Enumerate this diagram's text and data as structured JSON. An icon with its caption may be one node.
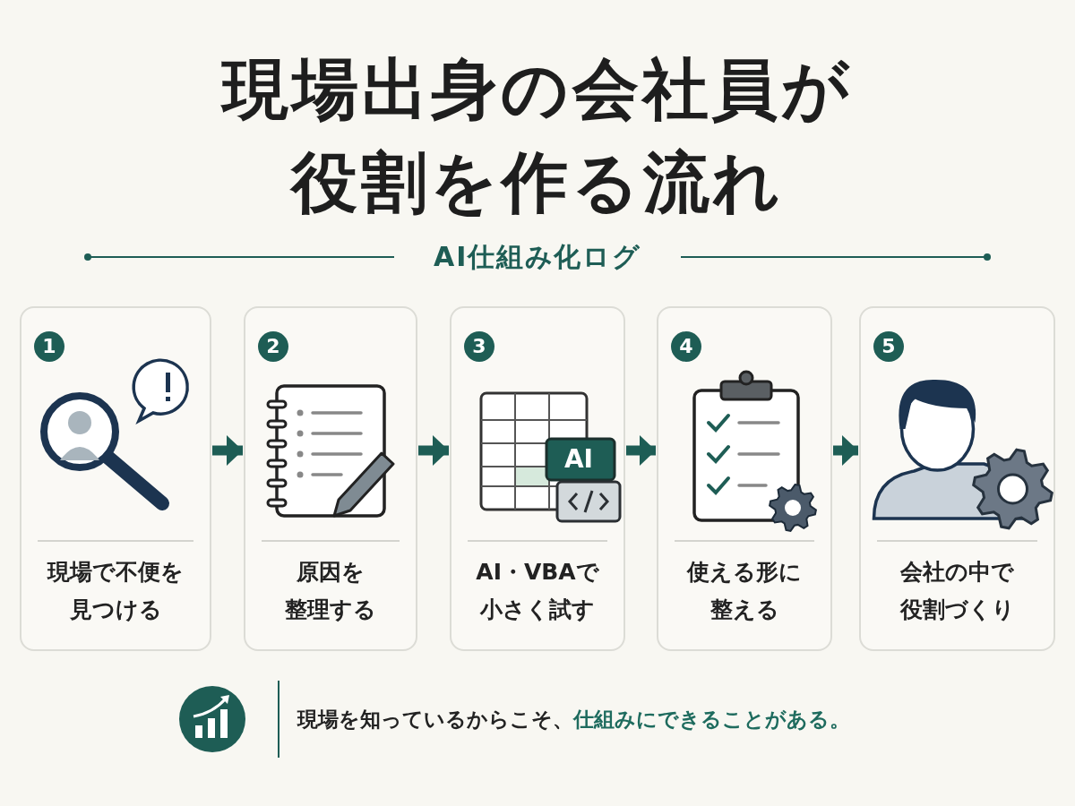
{
  "diagram": {
    "title": "現場出身の会社員が役割を作る流れ",
    "nodes": [
      {
        "text": [
          "1",
          "現場で不便を見つける"
        ]
      },
      {
        "text": [
          "2",
          "原因を整理する"
        ]
      },
      {
        "text": [
          "3",
          "AI・VBAで小さく試す"
        ]
      },
      {
        "text": [
          "4",
          "使える形に整える"
        ]
      },
      {
        "text": [
          "5",
          "会社の中で役割づくり"
        ]
      }
    ],
    "edges": [
      {
        "from": 0,
        "to": 1,
        "arrow": "to"
      },
      {
        "from": 1,
        "to": 2,
        "arrow": "to"
      },
      {
        "from": 2,
        "to": 3,
        "arrow": "to"
      },
      {
        "from": 3,
        "to": 4,
        "arrow": "to"
      }
    ],
    "labels": [
      "AI仕組み化ログ",
      "AI",
      "現場を知っているからこそ、",
      "仕組みにできることがある。"
    ]
  }
}
